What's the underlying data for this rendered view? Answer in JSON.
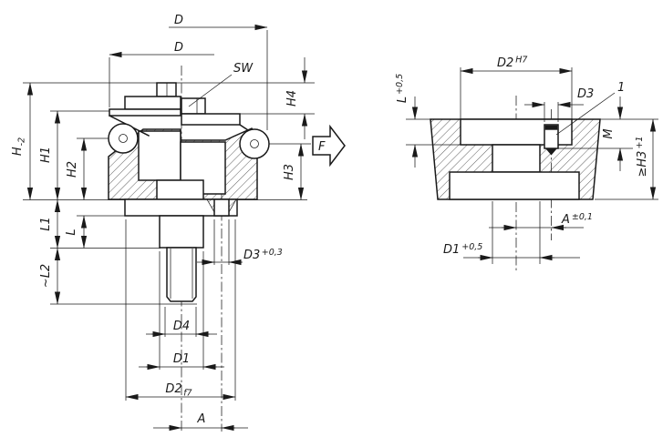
{
  "drawing": {
    "background": "#ffffff",
    "line_color": "#1a1a1a",
    "views": {
      "front_section": {
        "name": "front sectional view of positioning unit",
        "labels": {
          "d_outer_top": "D",
          "d_outer_mid": "D",
          "sw": "SW",
          "h4": "H4",
          "h": "H",
          "h_tol": "-2",
          "h1": "H1",
          "h2": "H2",
          "h3": "H3",
          "force": "F",
          "l1": "L1",
          "l": "L",
          "l2": "~L2",
          "d3": "D3",
          "d3_tol": "+0,3",
          "d4": "D4",
          "d1": "D1",
          "d2": "D2",
          "d2_fit": "f7",
          "a": "A"
        }
      },
      "mounting_hole": {
        "name": "mounting hole detail view",
        "labels": {
          "d2": "D2",
          "d2_fit": "H7",
          "d3": "D3",
          "item_callout": "1",
          "l": "L",
          "l_tol": "+0,5",
          "m": "M",
          "h3": "≥H3",
          "h3_tol": "+1",
          "a": "A",
          "a_tol": "±0,1",
          "d1": "D1",
          "d1_tol": "+0,5"
        }
      }
    }
  }
}
